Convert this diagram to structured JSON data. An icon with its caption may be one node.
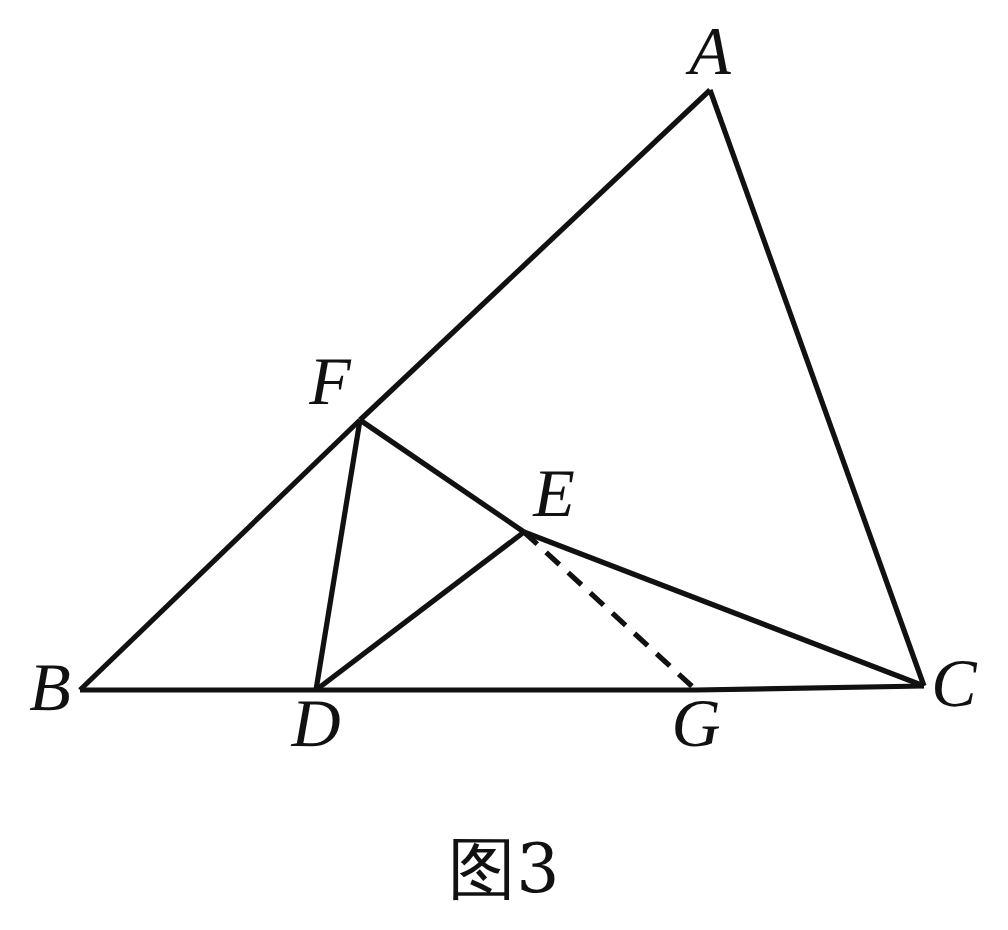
{
  "diagram": {
    "caption": "图3",
    "nodes": [
      {
        "text": [
          "A"
        ]
      },
      {
        "text": [
          "F"
        ]
      },
      {
        "text": [
          "E"
        ]
      },
      {
        "text": [
          "B"
        ]
      },
      {
        "text": [
          "C"
        ]
      },
      {
        "text": [
          "D"
        ]
      },
      {
        "text": [
          "G"
        ]
      }
    ],
    "edges": [
      {
        "from": 0,
        "to": 1,
        "arrow": "none"
      },
      {
        "from": 1,
        "to": 3,
        "arrow": "none"
      },
      {
        "from": 0,
        "to": 4,
        "arrow": "none"
      },
      {
        "from": 3,
        "to": 5,
        "arrow": "none"
      },
      {
        "from": 5,
        "to": 6,
        "arrow": "none"
      },
      {
        "from": 6,
        "to": 4,
        "arrow": "none"
      },
      {
        "from": 1,
        "to": 5,
        "arrow": "none"
      },
      {
        "from": 1,
        "to": 2,
        "arrow": "none"
      },
      {
        "from": 5,
        "to": 2,
        "arrow": "none"
      },
      {
        "from": 2,
        "to": 4,
        "arrow": "none"
      },
      {
        "from": 2,
        "to": 6,
        "arrow": "none",
        "style": "dashed"
      }
    ]
  }
}
